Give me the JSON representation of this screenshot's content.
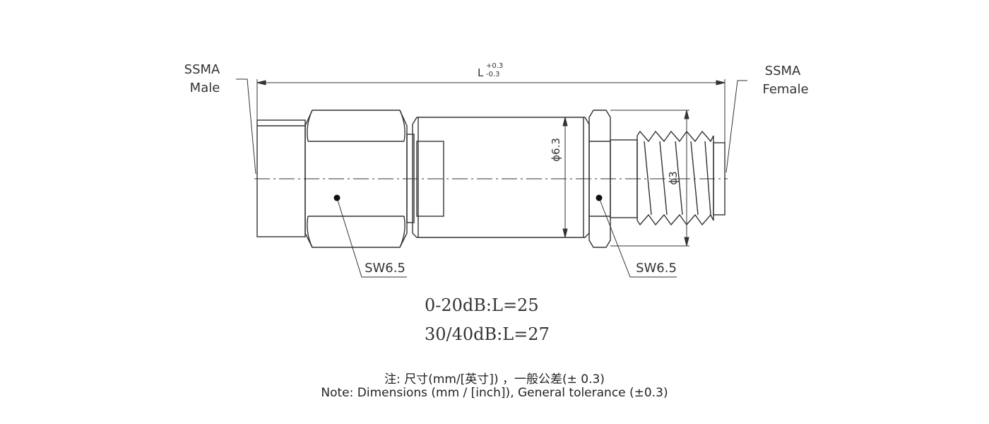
{
  "labels": {
    "male_line1": "SSMA",
    "male_line2": "Male",
    "female_line1": "SSMA",
    "female_line2": "Female",
    "length_base": "L",
    "length_tol_plus": "+0.3",
    "length_tol_minus": "-0.3",
    "body_diameter": "ϕ6.3",
    "thread_diameter": "ϕ3",
    "wrench_left": "SW6.5",
    "wrench_right": "SW6.5"
  },
  "specs": {
    "line1": "0-20dB:L=25",
    "line2": "30/40dB:L=27"
  },
  "notes": {
    "chinese": "注: 尺寸(mm/[英寸]) ，一般公差(± 0.3)",
    "english": "Note: Dimensions (mm / [inch]), General tolerance (±0.3)"
  },
  "colors": {
    "line": "#333333",
    "text": "#222222",
    "background": "#ffffff"
  }
}
